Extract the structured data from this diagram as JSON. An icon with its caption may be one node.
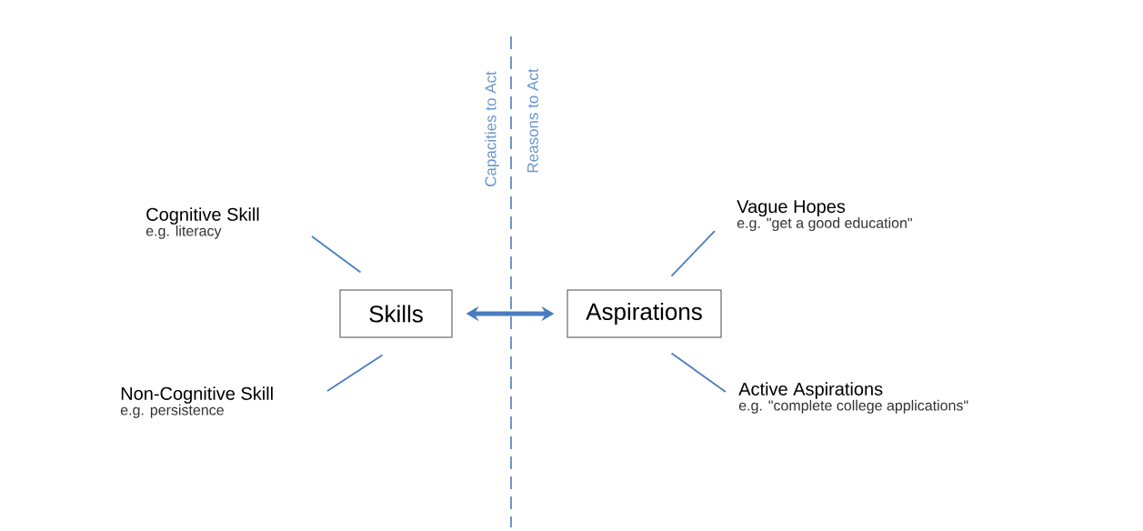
{
  "diagram": {
    "nodes": [
      {
        "text": [
          "Cognitive Skill",
          "e.g. literacy"
        ]
      },
      {
        "text": [
          "Non-Cognitive Skill",
          "e.g. persistence"
        ]
      },
      {
        "text": [
          "Skills"
        ]
      },
      {
        "text": [
          "Aspirations"
        ]
      },
      {
        "text": [
          "Vague Hopes",
          "e.g. \"get a good education\""
        ]
      },
      {
        "text": [
          "Active Aspirations",
          "e.g. \"complete college applications\""
        ]
      }
    ],
    "edges": [
      {
        "from": 0,
        "to": 2,
        "arrow": "none"
      },
      {
        "from": 1,
        "to": 2,
        "arrow": "none"
      },
      {
        "from": 2,
        "to": 3,
        "arrow": "both",
        "style": "thick"
      },
      {
        "from": 3,
        "to": 4,
        "arrow": "none"
      },
      {
        "from": 3,
        "to": 5,
        "arrow": "none"
      }
    ],
    "labels": [
      "Capacities to Act",
      "Reasons to Act"
    ]
  }
}
